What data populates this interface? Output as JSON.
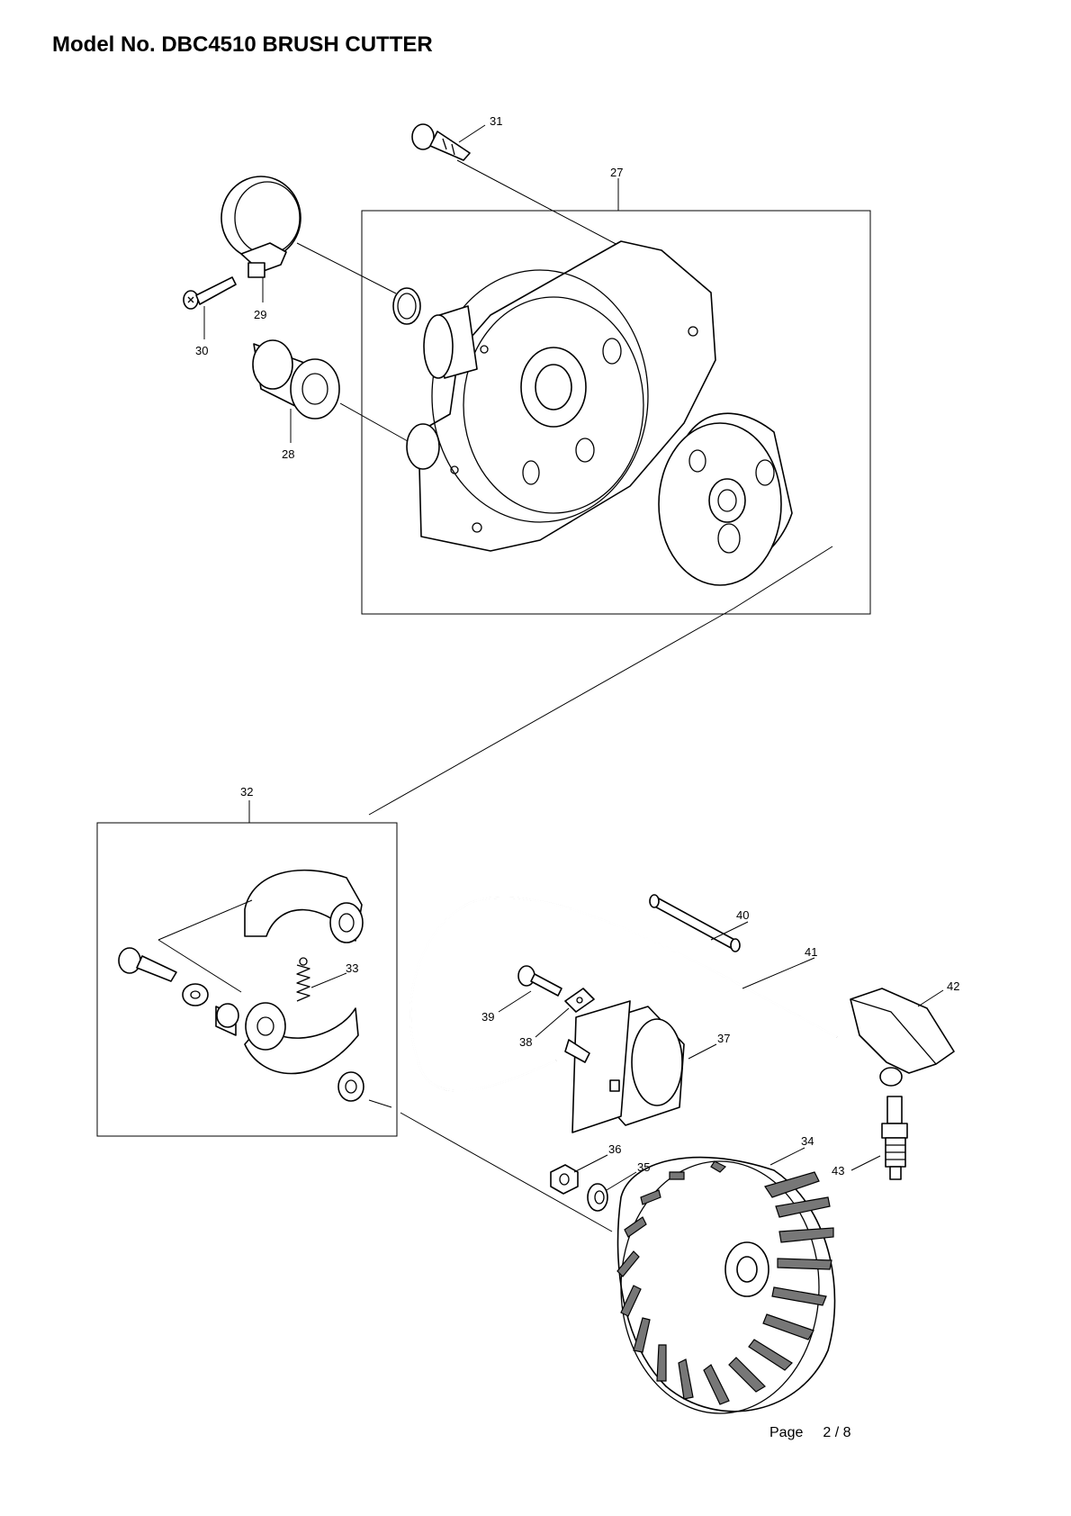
{
  "header": {
    "title": "Model No. DBC4510  BRUSH CUTTER"
  },
  "footer": {
    "page_label": "Page",
    "page_number": "2 / 8"
  },
  "callouts": {
    "27": "27",
    "28": "28",
    "29": "29",
    "30": "30",
    "31": "31",
    "32": "32",
    "33": "33",
    "34": "34",
    "35": "35",
    "36": "36",
    "37": "37",
    "38": "38",
    "39": "39",
    "40": "40",
    "41": "41",
    "42": "42",
    "43": "43"
  }
}
